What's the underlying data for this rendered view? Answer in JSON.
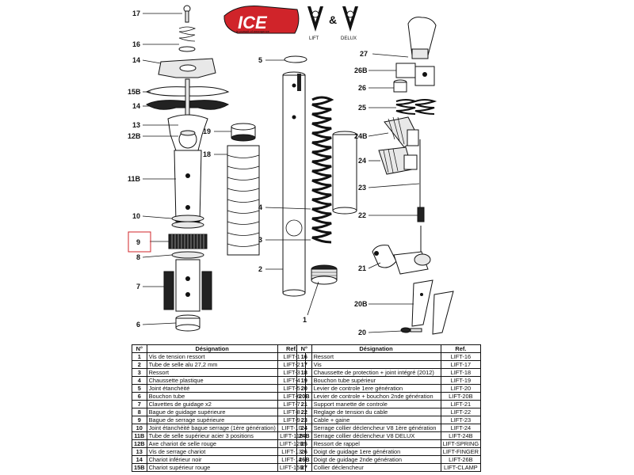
{
  "brand": {
    "logo_text": "ICE",
    "tagline": "in pursuit of emergence",
    "ampersand": "&",
    "model_left": "LIFT",
    "model_right": "DELUX",
    "accent_color": "#d0242a"
  },
  "callouts": {
    "c17": "17",
    "c16": "16",
    "c14a": "14",
    "c15b": "15B",
    "c14b": "14",
    "c13": "13",
    "c12b": "12B",
    "c11b": "11B",
    "c10": "10",
    "c9": "9",
    "c8": "8",
    "c7": "7",
    "c6": "6",
    "c19": "19",
    "c18": "18",
    "c5": "5",
    "c4": "4",
    "c3": "3",
    "c2": "2",
    "c1": "1",
    "c27": "27",
    "c26b": "26B",
    "c26": "26",
    "c25": "25",
    "c24b": "24B",
    "c24": "24",
    "c23": "23",
    "c22": "22",
    "c21": "21",
    "c20b": "20B",
    "c20": "20"
  },
  "table": {
    "headers": {
      "num": "N°",
      "designation": "Désignation",
      "ref": "Ref."
    },
    "left": [
      {
        "num": "1",
        "designation": "Vis de tension ressort",
        "ref": "LIFT-1"
      },
      {
        "num": "2",
        "designation": "Tube de selle alu 27,2 mm",
        "ref": "LIFT-2"
      },
      {
        "num": "3",
        "designation": "Ressort",
        "ref": "LIFT-3"
      },
      {
        "num": "4",
        "designation": "Chaussette plastique",
        "ref": "LIFT-4"
      },
      {
        "num": "5",
        "designation": "Joint étanchéité",
        "ref": "LIFT-5"
      },
      {
        "num": "6",
        "designation": "Bouchon tube",
        "ref": "LIFT-6"
      },
      {
        "num": "7",
        "designation": "Clavettes de guidage x2",
        "ref": "LIFT-7"
      },
      {
        "num": "8",
        "designation": "Bague de guidage supérieure",
        "ref": "LIFT-8"
      },
      {
        "num": "9",
        "designation": "Bague de serrage supérieure",
        "ref": "LIFT-9"
      },
      {
        "num": "10",
        "designation": "Joint étanchéité bague serrage (1ère génération)",
        "ref": "LIFT-10"
      },
      {
        "num": "11B",
        "designation": "Tube de selle supérieur acier 3 positions",
        "ref": "LIFT-11B"
      },
      {
        "num": "12B",
        "designation": "Axe chariot de selle rouge",
        "ref": "LIFT-12B"
      },
      {
        "num": "13",
        "designation": "Vis de serrage chariot",
        "ref": "LIFT-13"
      },
      {
        "num": "14",
        "designation": "Chariot inférieur noir",
        "ref": "LIFT-14"
      },
      {
        "num": "15B",
        "designation": "Chariot supérieur rouge",
        "ref": "LIFT-15B"
      }
    ],
    "right": [
      {
        "num": "16",
        "designation": "Ressort",
        "ref": "LIFT-16"
      },
      {
        "num": "17",
        "designation": "Vis",
        "ref": "LIFT-17"
      },
      {
        "num": "18",
        "designation": "Chaussette de protection + joint intégré (2012)",
        "ref": "LIFT-18"
      },
      {
        "num": "19",
        "designation": "Bouchon tube supérieur",
        "ref": "LIFT-19"
      },
      {
        "num": "20",
        "designation": "Levier de controle 1ere génération",
        "ref": "LIFT-20"
      },
      {
        "num": "20B",
        "designation": "Levier de controle + bouchon 2nde génération",
        "ref": "LIFT-20B"
      },
      {
        "num": "21",
        "designation": "Support manette de controle",
        "ref": "LIFT-21"
      },
      {
        "num": "22",
        "designation": "Reglage de tension du cable",
        "ref": "LIFT-22"
      },
      {
        "num": "23",
        "designation": "Cable + gaine",
        "ref": "LIFT-23"
      },
      {
        "num": "24",
        "designation": "Serrage collier déclencheur V8 1ère génération",
        "ref": "LIFT-24"
      },
      {
        "num": "24B",
        "designation": "Serrage collier déclencheur V8 DELUX",
        "ref": "LIFT-24B"
      },
      {
        "num": "25",
        "designation": "Ressort de rappel",
        "ref": "LIFT-SPRING"
      },
      {
        "num": "26",
        "designation": "Doigt de guidage 1ere génération",
        "ref": "LIFT-FINGER"
      },
      {
        "num": "26B",
        "designation": "Doigt de guidage 2nde génération",
        "ref": "LIFT-26B"
      },
      {
        "num": "27",
        "designation": "Collier déclencheur",
        "ref": "LIFT-CLAMP"
      }
    ]
  }
}
